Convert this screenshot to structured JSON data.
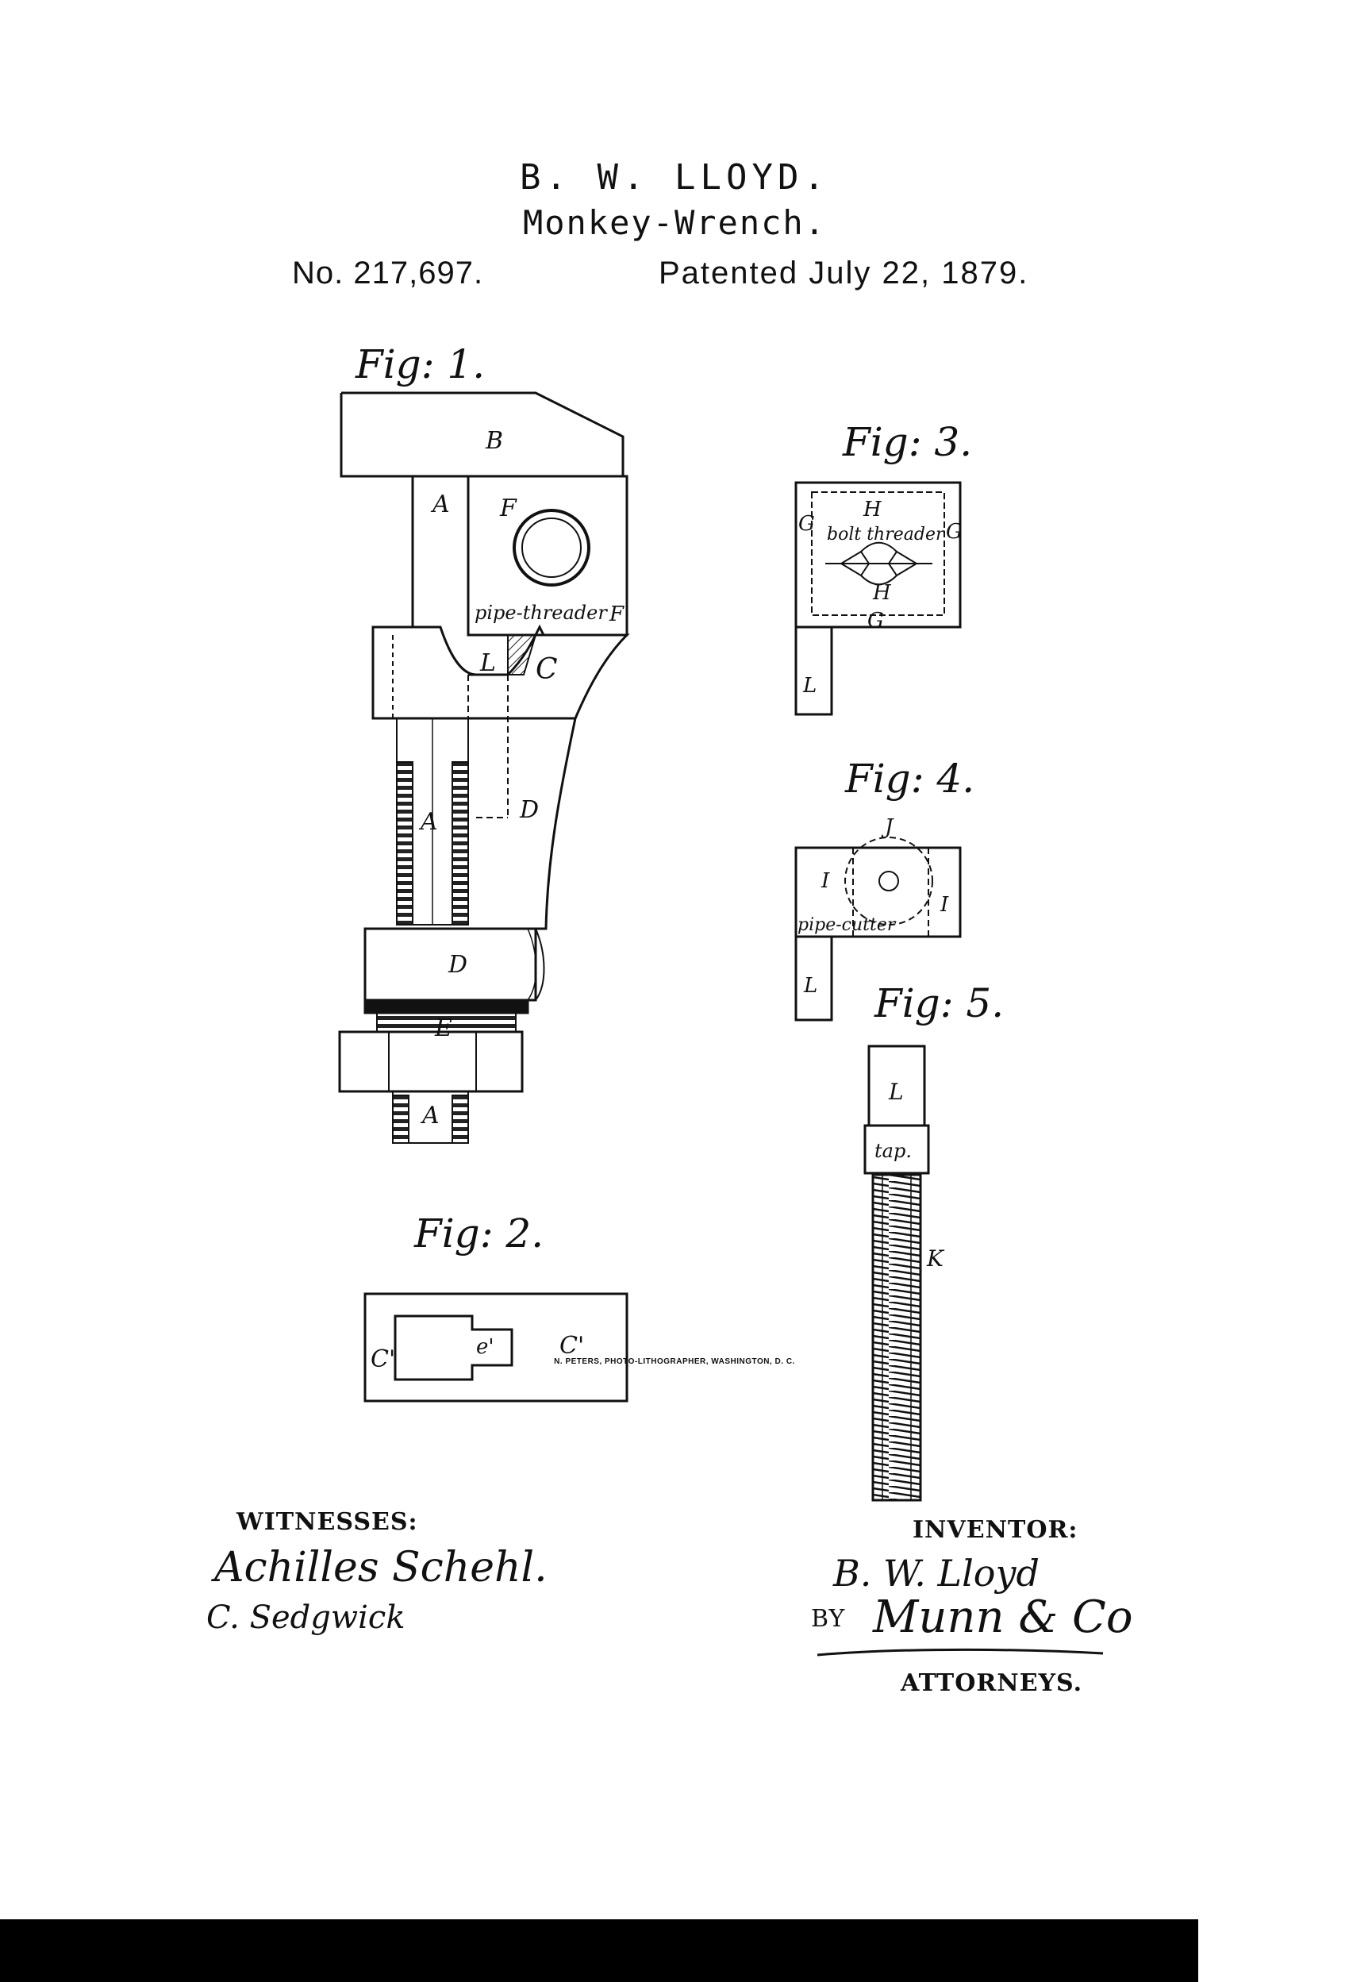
{
  "header": {
    "inventor_name": "B. W. LLOYD.",
    "title": "Monkey-Wrench.",
    "patent_number": "No. 217,697.",
    "patent_date": "Patented July 22, 1879."
  },
  "figures": {
    "fig1": {
      "label": "Fig: 1.",
      "parts": {
        "a_upper": "A",
        "b": "B",
        "f_upper": "F",
        "f_lower": "F",
        "l": "L",
        "c": "C",
        "d_side": "D",
        "a_middle": "A",
        "d_nut": "D",
        "e": "E",
        "a_lower": "A"
      },
      "inscription": "pipe-threader"
    },
    "fig2": {
      "label": "Fig: 2.",
      "parts": {
        "c_left": "C'",
        "c_right": "C'",
        "e": "e'"
      }
    },
    "fig3": {
      "label": "Fig: 3.",
      "parts": {
        "h_top": "H",
        "h_bottom": "H",
        "g_left": "G",
        "g_right": "G",
        "g_bottom": "G",
        "l": "L"
      },
      "inscription": "bolt threader"
    },
    "fig4": {
      "label": "Fig: 4.",
      "parts": {
        "j": "J",
        "i_left": "I",
        "i_right": "I",
        "l": "L"
      },
      "inscription": "pipe-cutter"
    },
    "fig5": {
      "label": "Fig: 5.",
      "parts": {
        "l": "L",
        "k": "K"
      },
      "inscription": "tap."
    }
  },
  "signatures": {
    "witnesses_heading": "WITNESSES:",
    "witness_1": "Achilles Schehl.",
    "witness_2": "C. Sedgwick",
    "inventor_heading": "INVENTOR:",
    "inventor_signature": "B. W. Lloyd",
    "by_label": "BY",
    "attorney_signature": "Munn & Co",
    "attorneys_label": "ATTORNEYS."
  },
  "footer": {
    "lithographer": "N. PETERS, PHOTO-LITHOGRAPHER, WASHINGTON, D. C."
  }
}
